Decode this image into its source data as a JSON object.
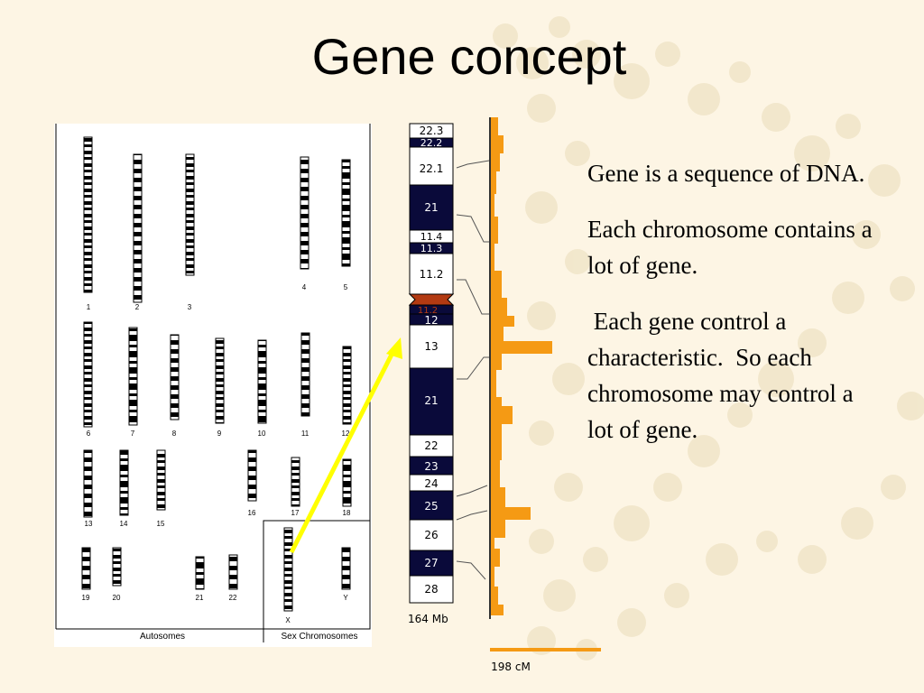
{
  "slide": {
    "title": "Gene concept",
    "bullets": [
      "Gene is a sequence of DNA.",
      "Each chromosome contains a lot of gene.",
      " Each gene control a characteristic.  So each chromosome may control a lot of gene."
    ]
  },
  "karyotype": {
    "autosome_labels": [
      "1",
      "2",
      "3",
      "4",
      "5",
      "6",
      "7",
      "8",
      "9",
      "10",
      "11",
      "12",
      "13",
      "14",
      "15",
      "16",
      "17",
      "18",
      "19",
      "20",
      "21",
      "22"
    ],
    "sex_labels": [
      "X",
      "Y"
    ],
    "caption_autosomes": "Autosomes",
    "caption_sex": "Sex Chromosomes"
  },
  "chromosome_x": {
    "bands": [
      "22.3",
      "22.2",
      "22.1",
      "21",
      "11.4",
      "11.3",
      "11.2",
      "11.2",
      "12",
      "13",
      "21",
      "22",
      "23",
      "24",
      "25",
      "26",
      "27",
      "28"
    ],
    "physical_length": "164 Mb",
    "genetic_length": "198 cM"
  },
  "colors": {
    "background": "#fdf5e4",
    "band_dark": "#0a0a3a",
    "centromere": "#b33a12",
    "density": "#f59a14",
    "arrow": "#ffff00"
  }
}
